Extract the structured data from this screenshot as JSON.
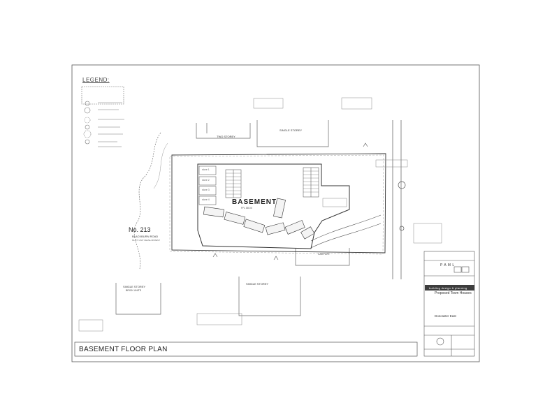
{
  "drawing": {
    "legend_title": "LEGEND:",
    "basement_label": "BASEMENT",
    "basement_sub": "FFL 88.00",
    "no213": "No. 213",
    "address_line1": "BLACKBURN ROAD",
    "address_line2": "MULTI UNIT DEVELOPMENT",
    "two_storey": "TWO STOREY",
    "single_storey_top": "SINGLE STOREY",
    "single_storey_bottom": "SINGLE STOREY",
    "single_storey_left_line1": "SINGLE STOREY",
    "single_storey_left_line2": "BRICK UNITS",
    "carport": "CARPORT",
    "store_labels": [
      "store 1",
      "store 2",
      "store 3",
      "store 4"
    ],
    "plan_title": "BASEMENT FLOOR PLAN"
  },
  "title_block": {
    "logo": "P A M L",
    "discipline": "building   design   &   planning",
    "project": "Proposed Town Houses",
    "location": "Doncaster East"
  }
}
